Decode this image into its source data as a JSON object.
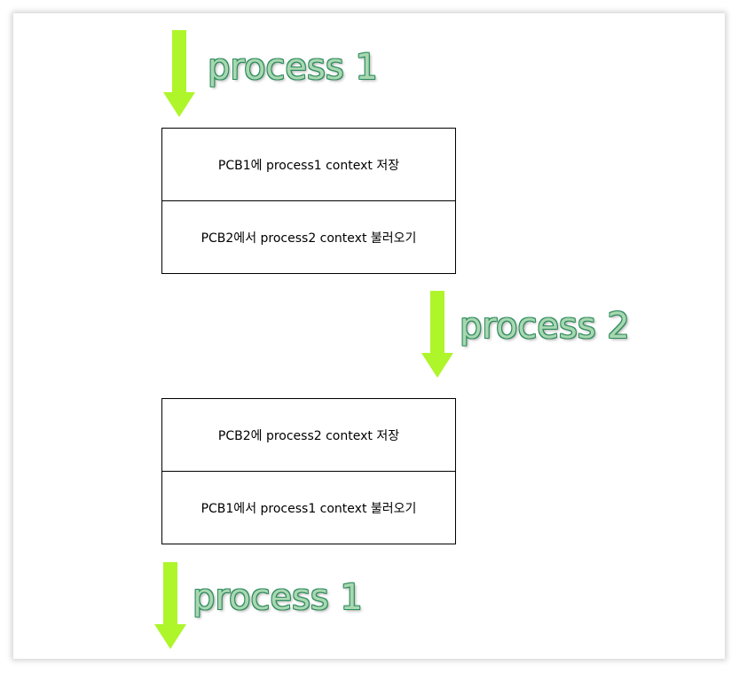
{
  "colors": {
    "arrow": "#aef52a",
    "label_fill": "#a8d8b0",
    "label_outline": "#2e8a5e",
    "border": "#000000"
  },
  "steps": [
    {
      "label": "process 1"
    },
    {
      "label": "process 2"
    },
    {
      "label": "process 1"
    }
  ],
  "switches": [
    {
      "save": "PCB1에 process1 context 저장",
      "load": "PCB2에서 process2 context 불러오기"
    },
    {
      "save": "PCB2에 process2 context 저장",
      "load": "PCB1에서 process1 context 불러오기"
    }
  ]
}
